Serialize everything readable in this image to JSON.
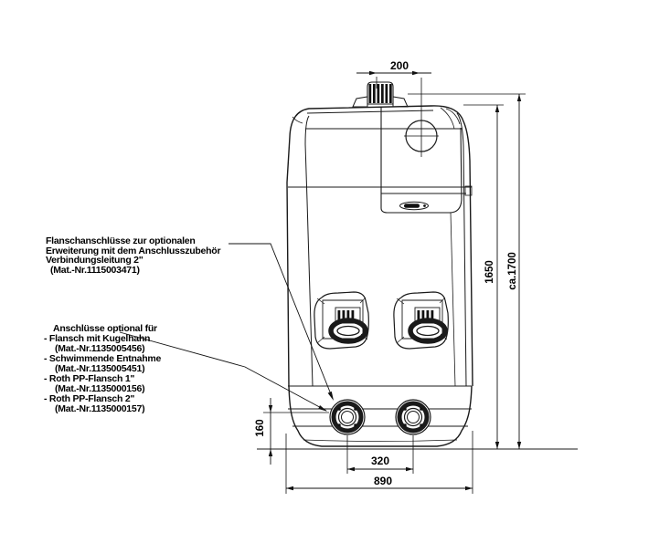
{
  "dimensions": {
    "cap_offset": "200",
    "body_height": "1650",
    "overall_height": "ca.1700",
    "outlet_height": "160",
    "outlet_spacing": "320",
    "overall_width": "890"
  },
  "annotations": {
    "flange_note": {
      "lines": [
        "Flanschanschlüsse zur optionalen",
        "Erweiterung mit dem Anschlusszubehör",
        "Verbindungsleitung 2\"",
        "(Mat.-Nr.1115003471)"
      ]
    },
    "options_note": {
      "lines": [
        "Anschlüsse optional für",
        "- Flansch mit Kugelhahn",
        "(Mat.-Nr.1135005456)",
        "- Schwimmende Entnahme",
        "(Mat.-Nr.1135005451)",
        "- Roth PP-Flansch 1\"",
        "(Mat.-Nr.1135000156)",
        "- Roth PP-Flansch 2\"",
        "(Mat.-Nr.1135000157)"
      ]
    }
  }
}
